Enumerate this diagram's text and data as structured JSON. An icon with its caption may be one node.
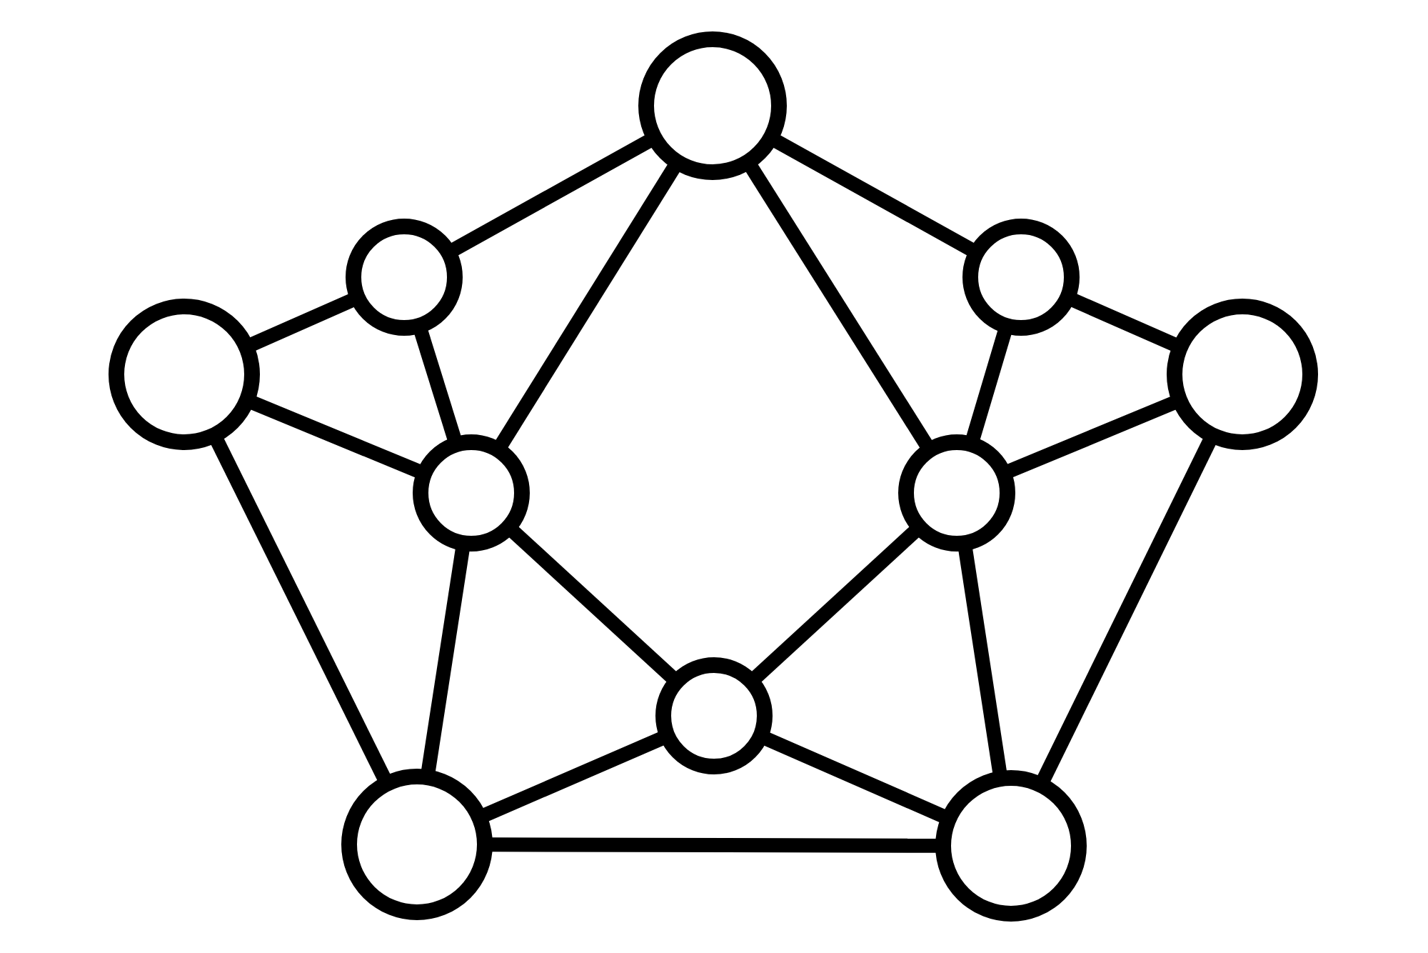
{
  "diagram": {
    "nodes": [
      {
        "text": [],
        "shape": "circle"
      },
      {
        "text": [],
        "shape": "circle"
      },
      {
        "text": [],
        "shape": "circle"
      },
      {
        "text": [],
        "shape": "circle"
      },
      {
        "text": [],
        "shape": "circle"
      },
      {
        "text": [],
        "shape": "circle"
      },
      {
        "text": [],
        "shape": "circle"
      },
      {
        "text": [],
        "shape": "circle"
      },
      {
        "text": [],
        "shape": "circle"
      },
      {
        "text": [],
        "shape": "circle"
      }
    ],
    "edges": [
      {
        "from": 0,
        "to": 1,
        "arrow": "none"
      },
      {
        "from": 0,
        "to": 2,
        "arrow": "none"
      },
      {
        "from": 0,
        "to": 5,
        "arrow": "none"
      },
      {
        "from": 0,
        "to": 6,
        "arrow": "none"
      },
      {
        "from": 1,
        "to": 3,
        "arrow": "none"
      },
      {
        "from": 1,
        "to": 5,
        "arrow": "none"
      },
      {
        "from": 2,
        "to": 4,
        "arrow": "none"
      },
      {
        "from": 2,
        "to": 6,
        "arrow": "none"
      },
      {
        "from": 3,
        "to": 5,
        "arrow": "none"
      },
      {
        "from": 4,
        "to": 6,
        "arrow": "none"
      },
      {
        "from": 3,
        "to": 8,
        "arrow": "none"
      },
      {
        "from": 4,
        "to": 9,
        "arrow": "none"
      },
      {
        "from": 5,
        "to": 8,
        "arrow": "none"
      },
      {
        "from": 6,
        "to": 9,
        "arrow": "none"
      },
      {
        "from": 5,
        "to": 7,
        "arrow": "none"
      },
      {
        "from": 6,
        "to": 7,
        "arrow": "none"
      },
      {
        "from": 7,
        "to": 8,
        "arrow": "none"
      },
      {
        "from": 7,
        "to": 9,
        "arrow": "none"
      },
      {
        "from": 8,
        "to": 9,
        "arrow": "none"
      }
    ]
  }
}
